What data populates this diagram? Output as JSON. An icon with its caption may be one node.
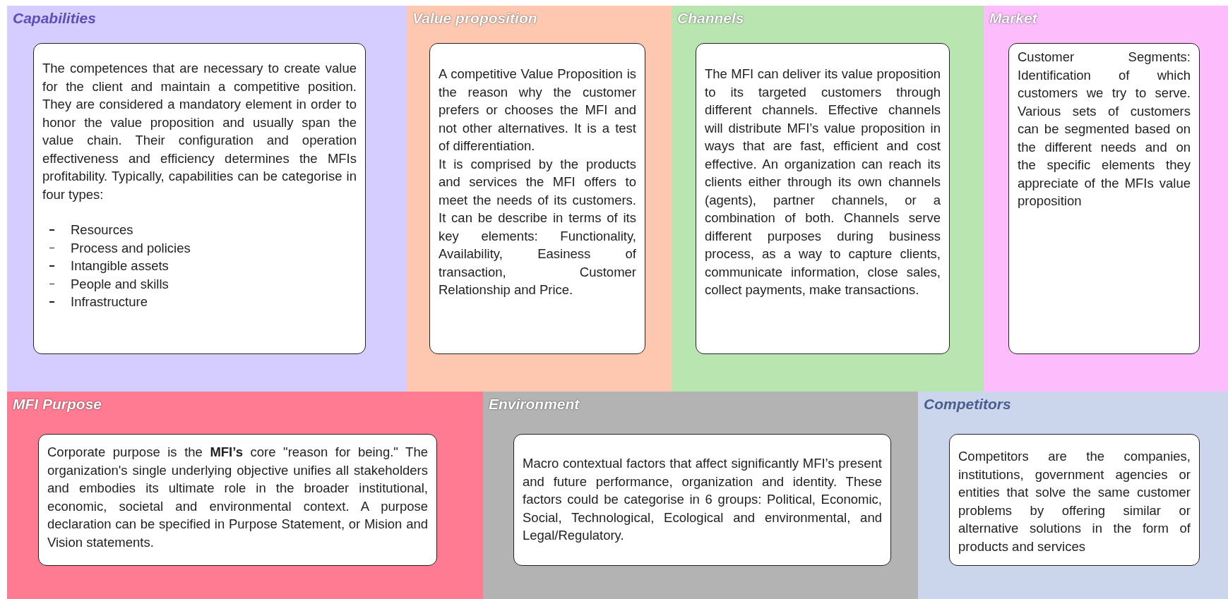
{
  "diagram": {
    "nodes": [
      {
        "text": [
          "Capabilities"
        ]
      },
      {
        "text": [
          "The competences that are necessary to create value for the client and maintain a competitive position. They are considered a mandatory element in order to honor the value proposition and usually span the value chain. Their configuration and operation effectiveness and efficiency determines the MFIs profitability. Typically, capabilities can be categorise in four types:",
          "Resources",
          "Process and policies",
          "Intangible assets",
          "People and skills",
          "Infrastructure"
        ],
        "in": 0
      },
      {
        "text": [
          "Value proposition"
        ]
      },
      {
        "text": [
          "A competitive Value Proposition is the reason why the customer prefers or chooses the MFI and not other alternatives. It is a test of differentiation.",
          "It is comprised by the products and services the MFI offers to meet the needs of its customers. It can be describe in terms of its key elements: Functionality, Availability, Easiness of transaction, Customer Relationship and Price."
        ],
        "in": 2
      },
      {
        "text": [
          "Channels"
        ]
      },
      {
        "text": [
          "The MFI can deliver its value proposition to its targeted customers through different channels. Effective channels will distribute MFI’s value proposition in ways that are fast, efficient and cost effective. An organization can reach its clients either through its own channels (agents), partner channels, or a combination of both. Channels serve different purposes during business process, as a way to capture clients, communicate information, close sales, collect payments, make transactions."
        ],
        "in": 4
      },
      {
        "text": [
          "Market"
        ]
      },
      {
        "text": [
          "Customer Segments: Identification of which customers we try to serve. Various sets of customers can be segmented based on the different needs and on the specific elements they appreciate of the MFIs value proposition"
        ],
        "in": 6
      },
      {
        "text": [
          "MFI Purpose"
        ]
      },
      {
        "text": [
          "Corporate purpose is the **MFI’s** core \"reason for being.\" The organization's single underlying objective unifies all stakeholders and embodies its ultimate role in the broader institutional, economic, societal and environmental context. A purpose declaration can be specified in Purpose Statement, or Mision and Vision statements."
        ],
        "in": 8
      },
      {
        "text": [
          "Environment"
        ]
      },
      {
        "text": [
          "Macro contextual factors that affect significantly MFI’s present and future performance, organization and identity. These factors could be categorise in 6 groups: Political, Economic, Social, Technological, Ecological and environmental, and Legal/Regulatory."
        ],
        "in": 10
      },
      {
        "text": [
          "Competitors"
        ]
      },
      {
        "text": [
          "Competitors are the companies, institutions, government agencies or entities that solve the same customer problems by offering similar or alternative solutions in the form of products and services"
        ],
        "in": 12
      }
    ]
  }
}
